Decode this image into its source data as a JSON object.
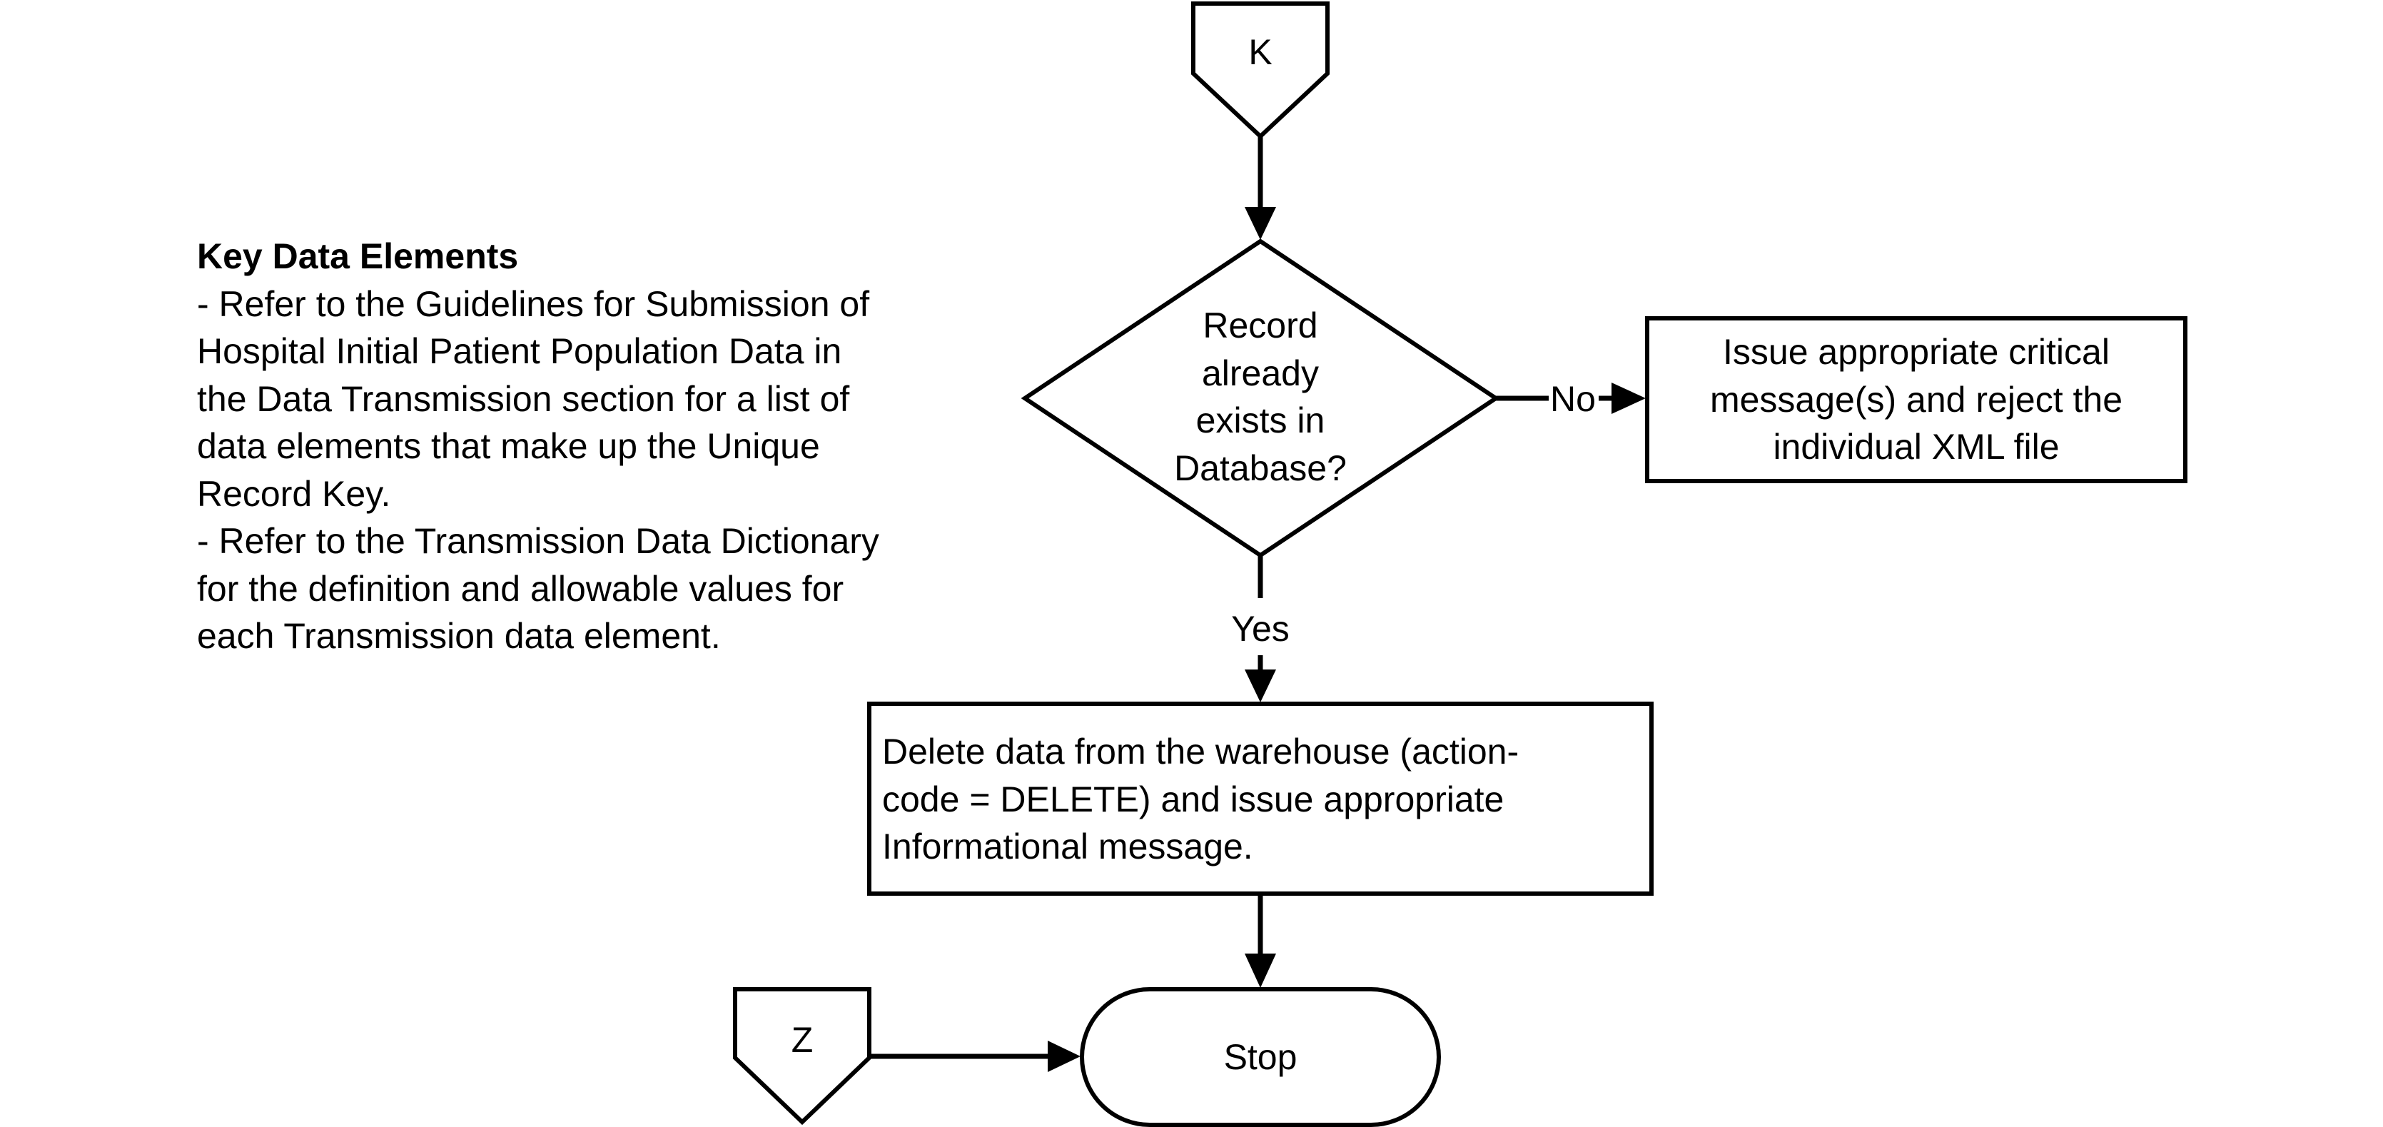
{
  "key_data": {
    "title": "Key Data Elements",
    "lines": [
      "- Refer to the Guidelines for Submission of",
      "Hospital Initial Patient Population Data in",
      "the Data Transmission section for a list of",
      "data elements that make up the Unique",
      "Record Key.",
      "- Refer to the Transmission Data Dictionary",
      "for the definition and allowable values for",
      "each Transmission data element."
    ]
  },
  "nodes": {
    "connector_k": "K",
    "decision": [
      "Record",
      "already",
      "exists in",
      "Database?"
    ],
    "reject": [
      "Issue appropriate critical",
      "message(s) and reject the",
      "individual XML file"
    ],
    "delete": [
      "Delete data from the warehouse (action-",
      "code = DELETE) and issue appropriate",
      "Informational message."
    ],
    "connector_z": "Z",
    "stop": "Stop"
  },
  "edges": {
    "no": "No",
    "yes": "Yes"
  }
}
